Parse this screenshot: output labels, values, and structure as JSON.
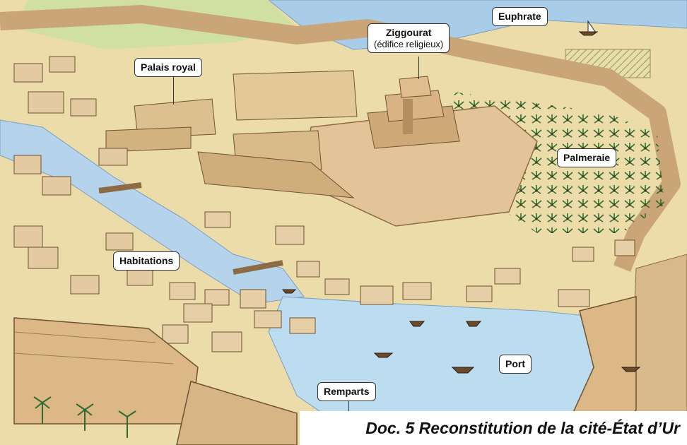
{
  "labels": {
    "euphrate": "Euphrate",
    "ziggourat_title": "Ziggourat",
    "ziggourat_sub": "(édifice religieux)",
    "palais": "Palais royal",
    "palmeraie": "Palmeraie",
    "habitations": "Habitations",
    "port": "Port",
    "remparts": "Remparts"
  },
  "caption": "Doc. 5 Reconstitution de la cité-État d’Ur",
  "colors": {
    "ground": "#e9d9a6",
    "water": "#a9cde9",
    "wall": "#d9b98a",
    "palm": "#3f7a3a"
  }
}
